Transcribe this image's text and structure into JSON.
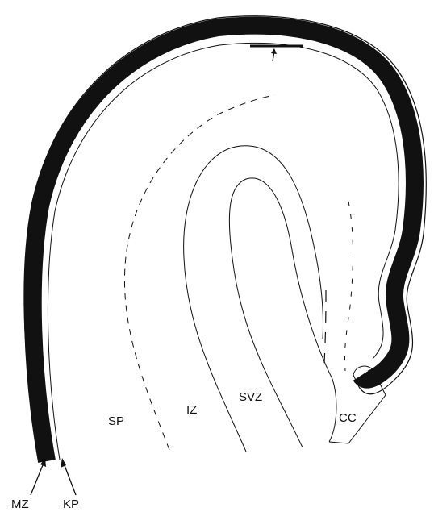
{
  "labels": {
    "sp": "SP",
    "iz": "IZ",
    "svz": "SVZ",
    "cc": "CC",
    "mz": "MZ",
    "kp": "KP"
  },
  "colors": {
    "ink": "#111111",
    "paper": "#ffffff"
  }
}
